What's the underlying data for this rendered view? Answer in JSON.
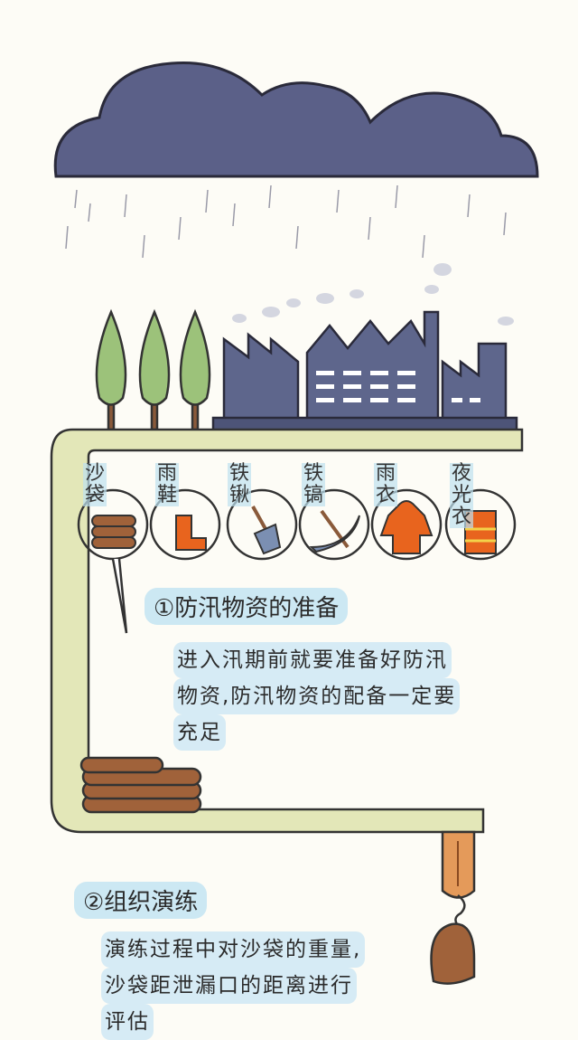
{
  "supplies": [
    {
      "label": [
        "沙",
        "袋"
      ]
    },
    {
      "label": [
        "雨",
        "鞋"
      ]
    },
    {
      "label": [
        "铁",
        "锹"
      ]
    },
    {
      "label": [
        "铁",
        "镐"
      ]
    },
    {
      "label": [
        "雨",
        "衣"
      ]
    },
    {
      "label": [
        "夜",
        "光",
        "衣"
      ]
    }
  ],
  "section1": {
    "title": "①防汛物资的准备",
    "lines": [
      "进入汛期前就要准备好防汛",
      "物资,防汛物资的配备一定要",
      "充足"
    ]
  },
  "section2": {
    "title": "②组织演练",
    "lines": [
      "演练过程中对沙袋的重量,",
      "沙袋距泄漏口的距离进行",
      "评估"
    ]
  },
  "colors": {
    "cloud": "#5b6088",
    "factory": "#5e668c",
    "pipe": "#e3e7b8",
    "tree": "#9cc27a",
    "orange": "#e8641e",
    "sand": "#a0623a"
  }
}
